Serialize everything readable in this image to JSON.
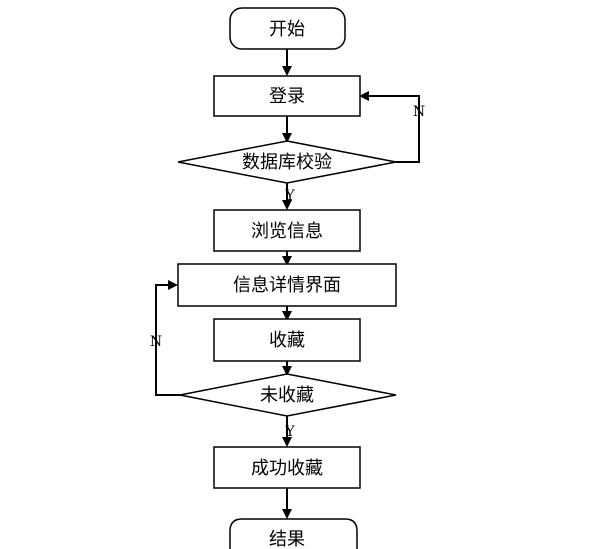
{
  "flowchart": {
    "nodes": {
      "start": "开始",
      "login": "登录",
      "db_check": "数据库校验",
      "browse": "浏览信息",
      "detail": "信息详情界面",
      "favorite": "收藏",
      "not_favorited": "未收藏",
      "success": "成功收藏",
      "end": "结果"
    },
    "edge_labels": {
      "db_check_no": "N",
      "db_check_yes": "Y",
      "not_favorited_no": "N",
      "not_favorited_yes": "Y"
    }
  }
}
